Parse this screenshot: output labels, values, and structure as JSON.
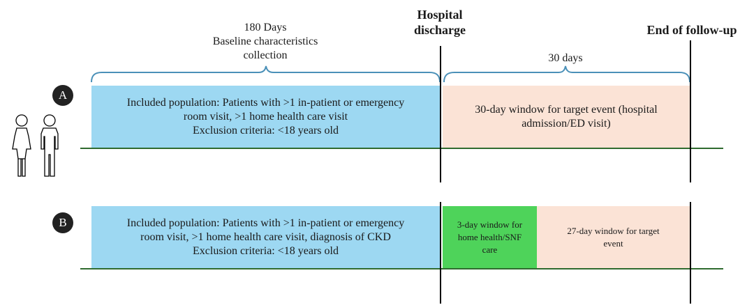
{
  "header": {
    "baseline_line1": "180 Days",
    "baseline_line2": "Baseline characteristics",
    "baseline_line3": "collection",
    "discharge_line1": "Hospital",
    "discharge_line2": "discharge",
    "end_followup": "End of follow-up",
    "followup_days": "30 days"
  },
  "row_a": {
    "badge": "A",
    "baseline_text": [
      "Included population: Patients with >1 in-patient or emergency",
      "room visit, >1 home health care visit",
      "Exclusion criteria: <18 years old"
    ],
    "window_text": [
      "30-day window for target event (hospital",
      "admission/ED visit)"
    ]
  },
  "row_b": {
    "badge": "B",
    "baseline_text": [
      "Included population: Patients with >1 in-patient or emergency",
      "room visit, >1 home health care visit, diagnosis of CKD",
      "Exclusion criteria: <18 years old"
    ],
    "green_text": [
      "3-day window for",
      "home health/SNF",
      "care"
    ],
    "window_text": [
      "27-day window for target",
      "event"
    ]
  },
  "colors": {
    "baseline_blue": "#9dd8f2",
    "window_peach": "#fbe3d6",
    "snf_green": "#4ed35a",
    "timeline_green": "#2f6b2f"
  },
  "icons": [
    "female-person-icon",
    "male-person-icon"
  ]
}
